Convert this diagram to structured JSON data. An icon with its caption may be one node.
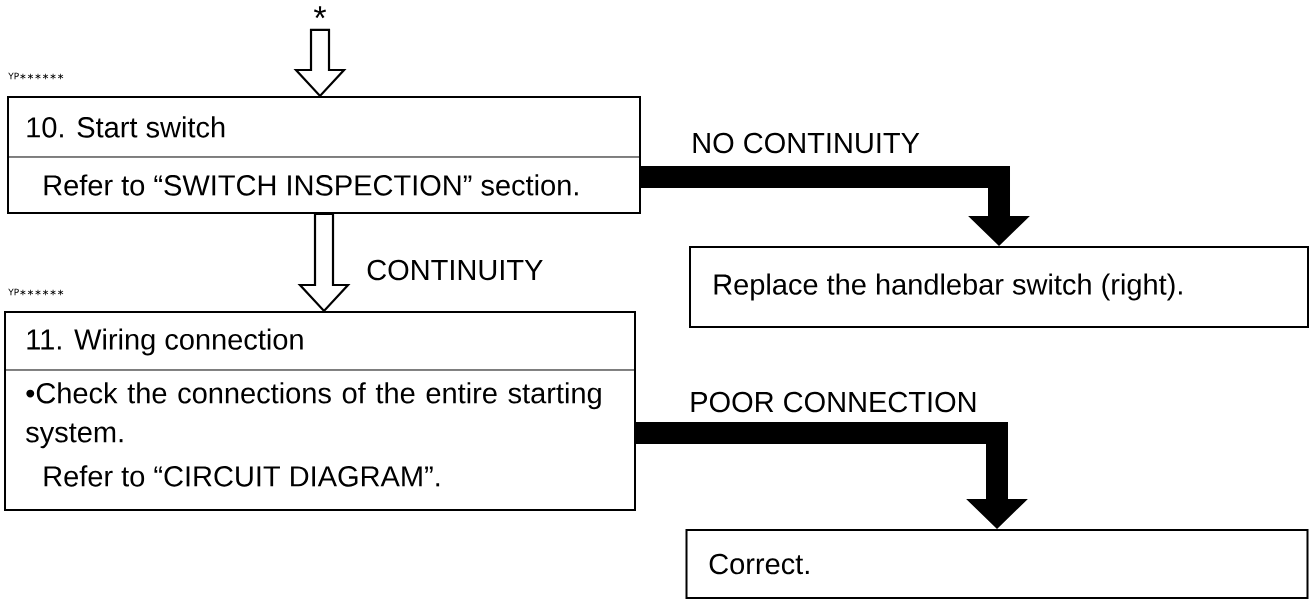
{
  "diagram": {
    "nodes": [
      {
        "text": [
          "*"
        ]
      },
      {
        "text": [
          "10. Start switch",
          "Refer to “SWITCH INSPECTION” section."
        ]
      },
      {
        "text": [
          "Replace the handlebar switch (right)."
        ]
      },
      {
        "text": [
          "11. Wiring connection",
          "•Check the connections of the entire starting system.",
          "Refer to “CIRCUIT DIAGRAM”."
        ]
      },
      {
        "text": [
          "Correct."
        ]
      }
    ],
    "edges": [
      {
        "from": 0,
        "to": 1,
        "arrow": "to"
      },
      {
        "from": 1,
        "to": 2,
        "arrow": "to",
        "label": "NO CONTINUITY"
      },
      {
        "from": 1,
        "to": 3,
        "arrow": "to",
        "label": "CONTINUITY"
      },
      {
        "from": 3,
        "to": 4,
        "arrow": "to",
        "label": "POOR CONNECTION"
      }
    ],
    "labels": [
      "YP∗∗∗∗∗∗",
      "YP∗∗∗∗∗∗"
    ]
  }
}
